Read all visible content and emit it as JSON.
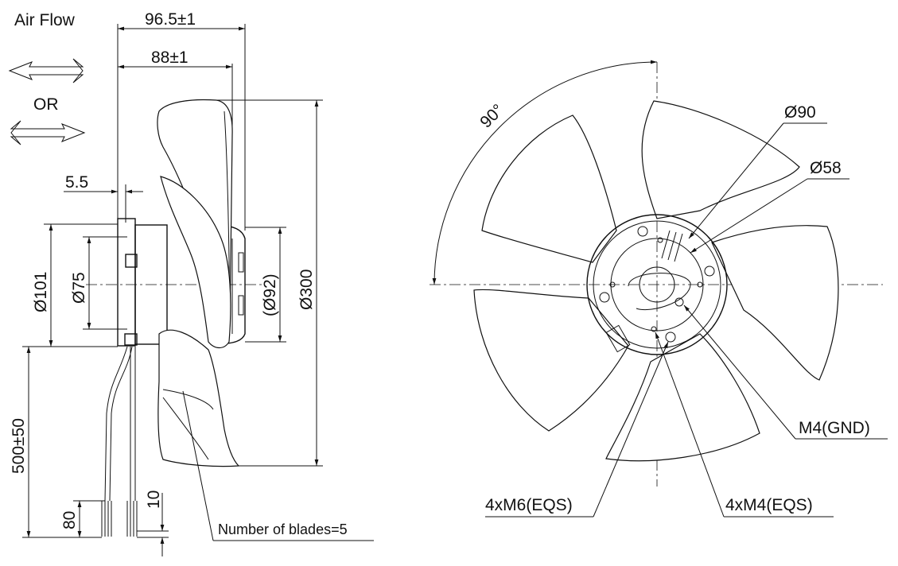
{
  "airflow": {
    "title": "Air Flow",
    "or_text": "OR"
  },
  "side_view": {
    "dim_overall_depth": "96.5±1",
    "dim_blade_depth": "88±1",
    "dim_offset": "5.5",
    "dim_motor_dia": "Ø101",
    "dim_flange_dia": "Ø75",
    "dim_shroud_dia": "(Ø92)",
    "dim_fan_dia": "Ø300",
    "dim_cable_length": "500±50",
    "dim_strip_length": "80",
    "dim_wire_strip": "10",
    "blades_note": "Number of blades=5"
  },
  "front_view": {
    "angle": "90°",
    "dia_outer_holes": "Ø90",
    "dia_inner_holes": "Ø58",
    "ground_screw": "M4(GND)",
    "holes_m6": "4xM6(EQS)",
    "holes_m4": "4xM4(EQS)"
  },
  "colors": {
    "line": "#111111",
    "background": "#ffffff"
  }
}
